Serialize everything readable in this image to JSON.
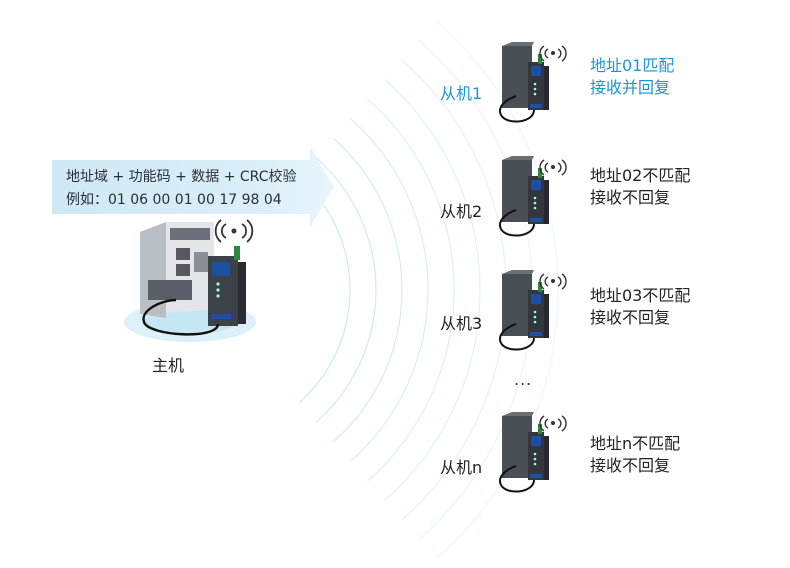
{
  "banner": {
    "line1": "地址域 + 功能码 + 数据 + CRC校验",
    "line2": "例如：01  06  00 01  00 17  98 04"
  },
  "master": {
    "label": "主机"
  },
  "slaves": [
    {
      "label": "从机1",
      "status1": "地址01匹配",
      "status2": "接收并回复",
      "matched": true
    },
    {
      "label": "从机2",
      "status1": "地址02不匹配",
      "status2": "接收不回复",
      "matched": false
    },
    {
      "label": "从机3",
      "status1": "地址03不匹配",
      "status2": "接收不回复",
      "matched": false
    },
    {
      "label": "从机n",
      "status1": "地址n不匹配",
      "status2": "接收不回复",
      "matched": false
    }
  ],
  "ellipsis": "...",
  "colors": {
    "accent": "#1a96d6",
    "banner": "#cfe8f6",
    "wave": "#c9e4f3",
    "device_dark": "#3d4148",
    "module_blue": "#1d4fa3"
  }
}
